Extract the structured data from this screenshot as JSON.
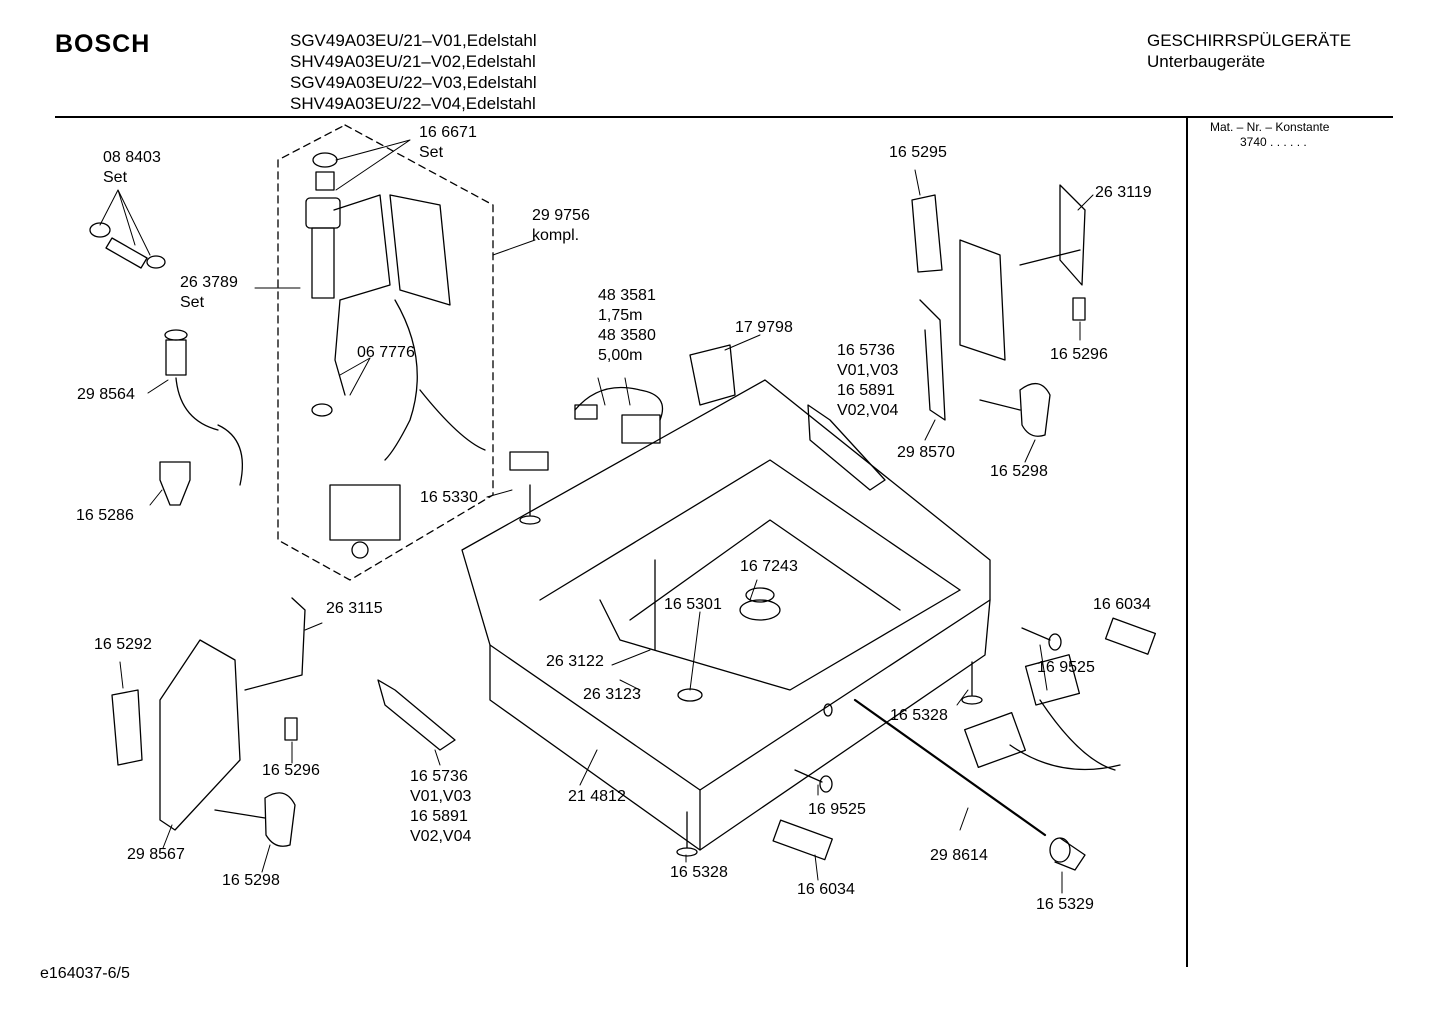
{
  "header": {
    "brand": "BOSCH",
    "models": [
      "SGV49A03EU/21–V01,Edelstahl",
      "SHV49A03EU/21–V02,Edelstahl",
      "SGV49A03EU/22–V03,Edelstahl",
      "SHV49A03EU/22–V04,Edelstahl"
    ],
    "category": [
      "GESCHIRRSPÜLGERÄTE",
      "Unterbaugeräte"
    ]
  },
  "sidebar": {
    "title": "Mat. – Nr. – Konstante",
    "value": "3740 . . . . . ."
  },
  "footer": {
    "code": "e164037-6/5"
  },
  "parts": [
    {
      "id": "p-088403",
      "lines": [
        "08 8403",
        "Set"
      ]
    },
    {
      "id": "p-166671",
      "lines": [
        "16 6671",
        "Set"
      ]
    },
    {
      "id": "p-299756",
      "lines": [
        "29 9756",
        "kompl."
      ]
    },
    {
      "id": "p-263789",
      "lines": [
        "26 3789",
        "Set"
      ]
    },
    {
      "id": "p-298564",
      "lines": [
        "29 8564"
      ]
    },
    {
      "id": "p-067776",
      "lines": [
        "06 7776"
      ]
    },
    {
      "id": "p-165286",
      "lines": [
        "16 5286"
      ]
    },
    {
      "id": "p-165330",
      "lines": [
        "16 5330"
      ]
    },
    {
      "id": "p-483581",
      "lines": [
        "48 3581",
        "1,75m",
        "48 3580",
        "5,00m"
      ]
    },
    {
      "id": "p-179798",
      "lines": [
        "17 9798"
      ]
    },
    {
      "id": "p-165295",
      "lines": [
        "16 5295"
      ]
    },
    {
      "id": "p-263119",
      "lines": [
        "26 3119"
      ]
    },
    {
      "id": "p-165296-r",
      "lines": [
        "16 5296"
      ]
    },
    {
      "id": "p-165736-r",
      "lines": [
        "16 5736",
        "V01,V03",
        "16 5891",
        "V02,V04"
      ]
    },
    {
      "id": "p-298570",
      "lines": [
        "29 8570"
      ]
    },
    {
      "id": "p-165298-r",
      "lines": [
        "16 5298"
      ]
    },
    {
      "id": "p-263115",
      "lines": [
        "26 3115"
      ]
    },
    {
      "id": "p-165292",
      "lines": [
        "16 5292"
      ]
    },
    {
      "id": "p-167243",
      "lines": [
        "16 7243"
      ]
    },
    {
      "id": "p-165301",
      "lines": [
        "16 5301"
      ]
    },
    {
      "id": "p-263122",
      "lines": [
        "26 3122"
      ]
    },
    {
      "id": "p-263123",
      "lines": [
        "26 3123"
      ]
    },
    {
      "id": "p-166034-r",
      "lines": [
        "16 6034"
      ]
    },
    {
      "id": "p-169525-r",
      "lines": [
        "16 9525"
      ]
    },
    {
      "id": "p-165328-r",
      "lines": [
        "16 5328"
      ]
    },
    {
      "id": "p-165296-l",
      "lines": [
        "16 5296"
      ]
    },
    {
      "id": "p-165736-l",
      "lines": [
        "16 5736",
        "V01,V03",
        "16 5891",
        "V02,V04"
      ]
    },
    {
      "id": "p-298567",
      "lines": [
        "29 8567"
      ]
    },
    {
      "id": "p-165298-l",
      "lines": [
        "16 5298"
      ]
    },
    {
      "id": "p-214812",
      "lines": [
        "21 4812"
      ]
    },
    {
      "id": "p-169525-b",
      "lines": [
        "16 9525"
      ]
    },
    {
      "id": "p-165328-b",
      "lines": [
        "16 5328"
      ]
    },
    {
      "id": "p-166034-b",
      "lines": [
        "16 6034"
      ]
    },
    {
      "id": "p-298614",
      "lines": [
        "29 8614"
      ]
    },
    {
      "id": "p-165329",
      "lines": [
        "16 5329"
      ]
    }
  ]
}
